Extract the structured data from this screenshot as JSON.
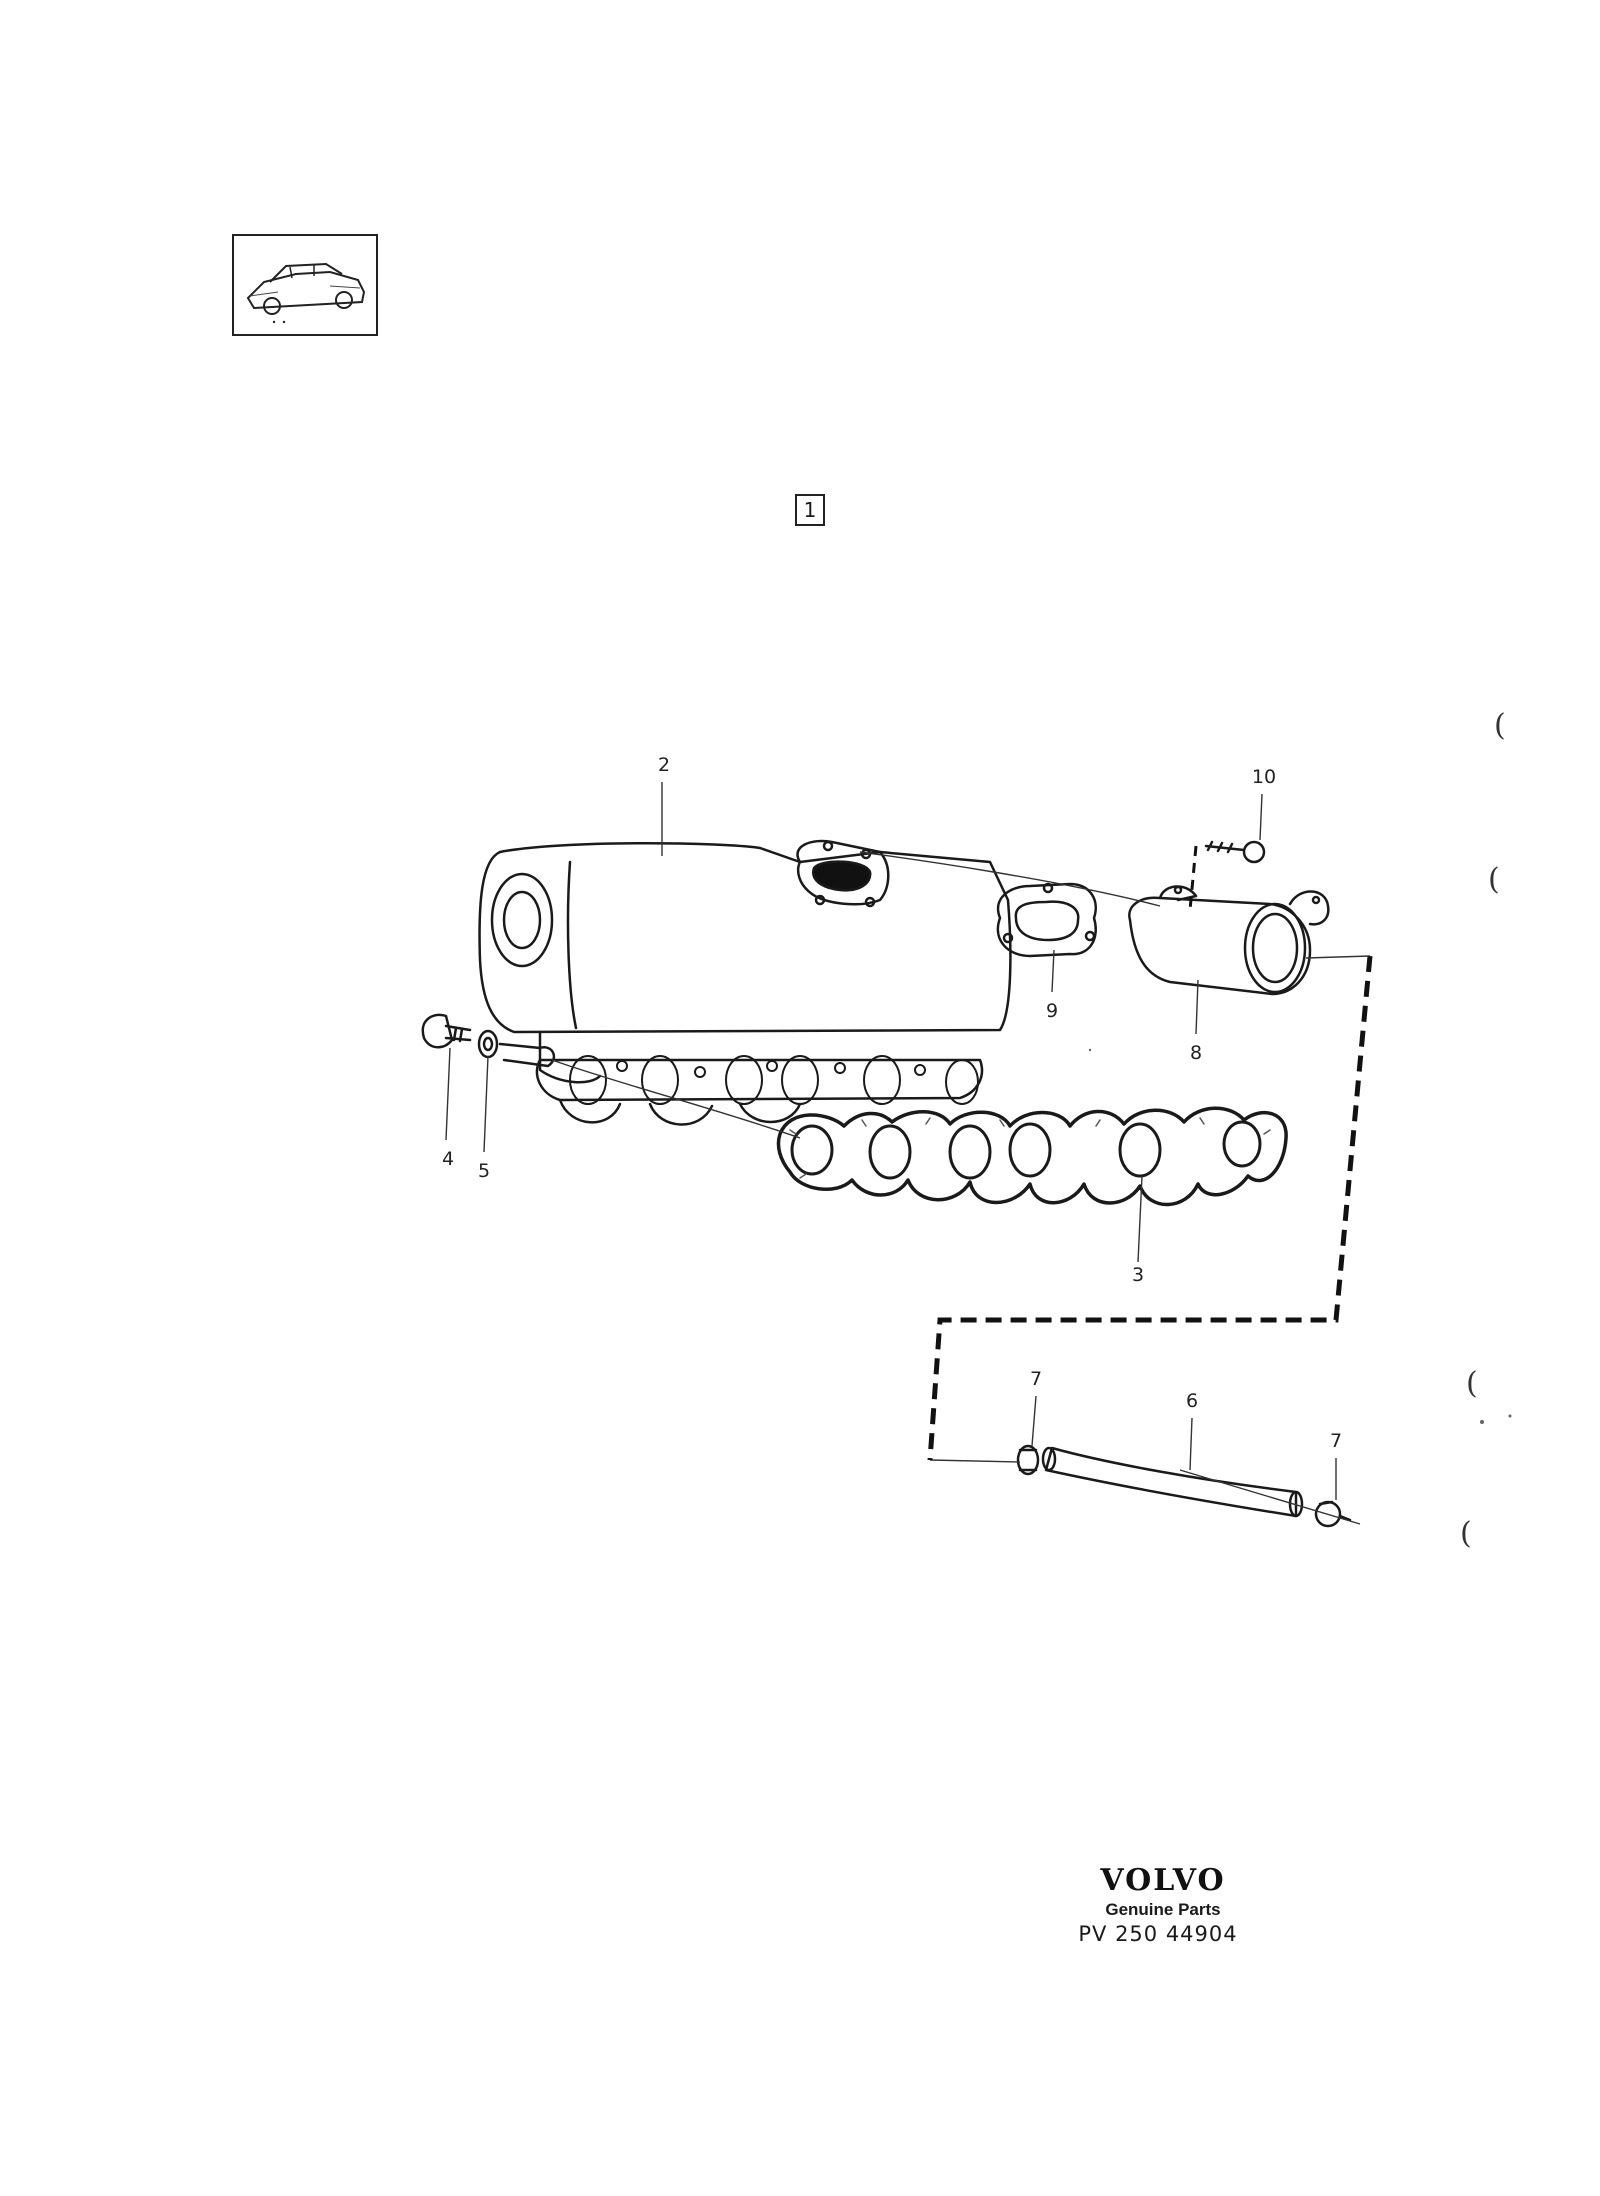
{
  "group_number": "1",
  "callouts": [
    {
      "id": "c2",
      "label": "2"
    },
    {
      "id": "c10",
      "label": "10"
    },
    {
      "id": "c9",
      "label": "9"
    },
    {
      "id": "c8",
      "label": "8"
    },
    {
      "id": "c4",
      "label": "4"
    },
    {
      "id": "c5",
      "label": "5"
    },
    {
      "id": "c3",
      "label": "3"
    },
    {
      "id": "c7a",
      "label": "7"
    },
    {
      "id": "c6",
      "label": "6"
    },
    {
      "id": "c7b",
      "label": "7"
    }
  ],
  "margin_marks": [
    "(",
    "(",
    "(",
    "("
  ],
  "brand": {
    "logo": "VOLVO",
    "subtitle": "Genuine Parts",
    "code": "PV 250 44904"
  }
}
